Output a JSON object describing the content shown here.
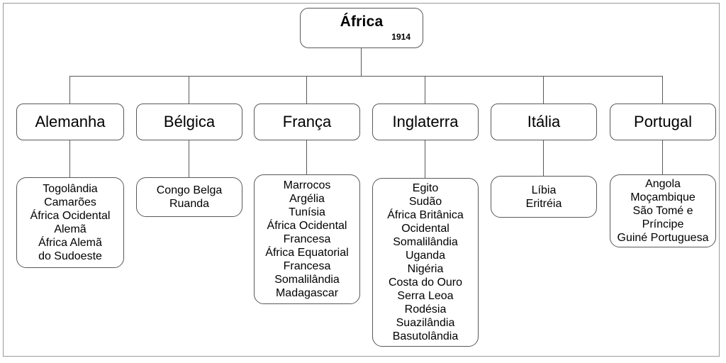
{
  "diagram": {
    "root": {
      "title": "África",
      "year": "1914"
    },
    "groups": [
      {
        "country": "Alemanha",
        "colony_lines": [
          "Togolândia",
          "Camarões",
          "África Ocidental",
          "Alemã",
          "África Alemã",
          "do Sudoeste"
        ]
      },
      {
        "country": "Bélgica",
        "colony_lines": [
          "Congo Belga",
          "Ruanda"
        ]
      },
      {
        "country": "França",
        "colony_lines": [
          "Marrocos",
          "Argélia",
          "Tunísia",
          "África Ocidental",
          "Francesa",
          "África Equatorial",
          "Francesa",
          "Somalilândia",
          "Madagascar"
        ]
      },
      {
        "country": "Inglaterra",
        "colony_lines": [
          "Egito",
          "Sudão",
          "África Britânica",
          "Ocidental",
          "Somalilândia",
          "Uganda",
          "Nigéria",
          "Costa do Ouro",
          "Serra Leoa",
          "Rodésia",
          "Suazilândia",
          "Basutolândia"
        ]
      },
      {
        "country": "Itália",
        "colony_lines": [
          "Líbia",
          "Eritréia"
        ]
      },
      {
        "country": "Portugal",
        "colony_lines": [
          "Angola",
          "Moçambique",
          "São Tomé e",
          "Príncipe",
          "Guiné Portuguesa"
        ]
      }
    ],
    "colors": {
      "box_border": "#595959",
      "connector": "#595959",
      "frame_border": "#9a9a9a",
      "text": "#000000",
      "background": "#ffffff"
    }
  }
}
